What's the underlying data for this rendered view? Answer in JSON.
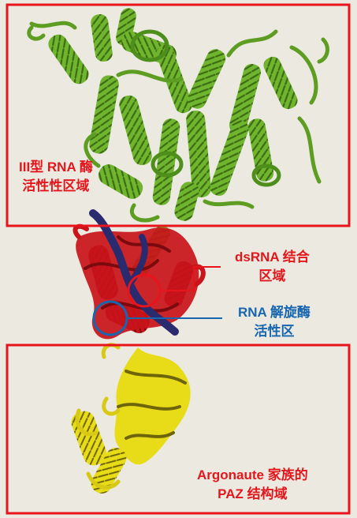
{
  "colors": {
    "paper": "#ece9e1",
    "box_red": "#e8141c",
    "label_red": "#e3161c",
    "label_blue": "#1666b0",
    "helix_green": "#6fb52e",
    "helix_green_dark": "#3d6b14",
    "red_domain": "#c8141a",
    "navy_strand": "#2a2a6e",
    "yellow_domain": "#e8dc18",
    "yellow_dark": "#6e6408"
  },
  "labels": {
    "rnase3": {
      "line1": "III型 RNA 酶",
      "line2": "活性性区域"
    },
    "dsrna": {
      "line1": "dsRNA 结合",
      "line2": "区域"
    },
    "helicase": {
      "line1": "RNA 解旋酶",
      "line2": "活性区"
    },
    "paz": {
      "line1": "Argonaute 家族的",
      "line2": "PAZ 结构域"
    }
  }
}
